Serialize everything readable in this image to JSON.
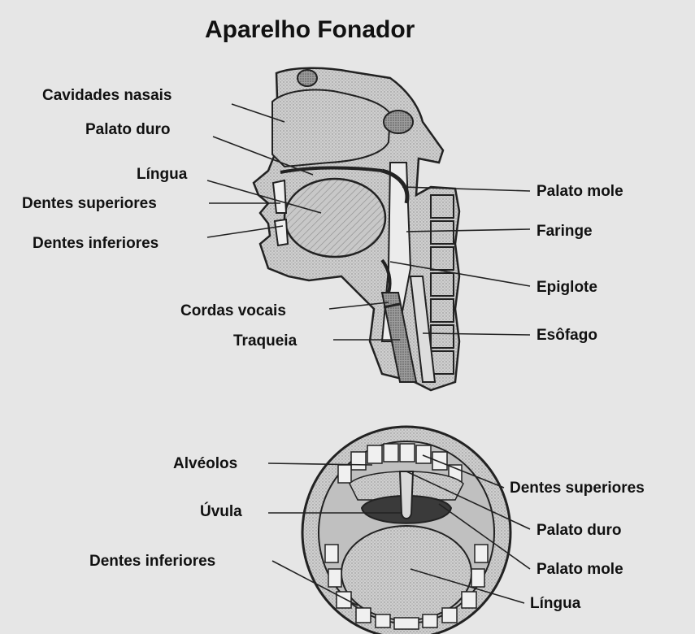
{
  "title": "Aparelho Fonador",
  "sagittal_labels": {
    "cavidades_nasais": "Cavidades nasais",
    "palato_duro": "Palato duro",
    "lingua": "Língua",
    "dentes_superiores": "Dentes superiores",
    "dentes_inferiores": "Dentes inferiores",
    "palato_mole": "Palato mole",
    "faringe": "Faringe",
    "epiglote": "Epiglote",
    "cordas_vocais": "Cordas vocais",
    "traqueia": "Traqueia",
    "esofago": "Esôfago"
  },
  "mouth_labels": {
    "alveolos": "Alvéolos",
    "uvula": "Úvula",
    "dentes_inferiores": "Dentes inferiores",
    "dentes_superiores": "Dentes superiores",
    "palato_duro": "Palato duro",
    "palato_mole": "Palato mole",
    "lingua": "Língua"
  }
}
